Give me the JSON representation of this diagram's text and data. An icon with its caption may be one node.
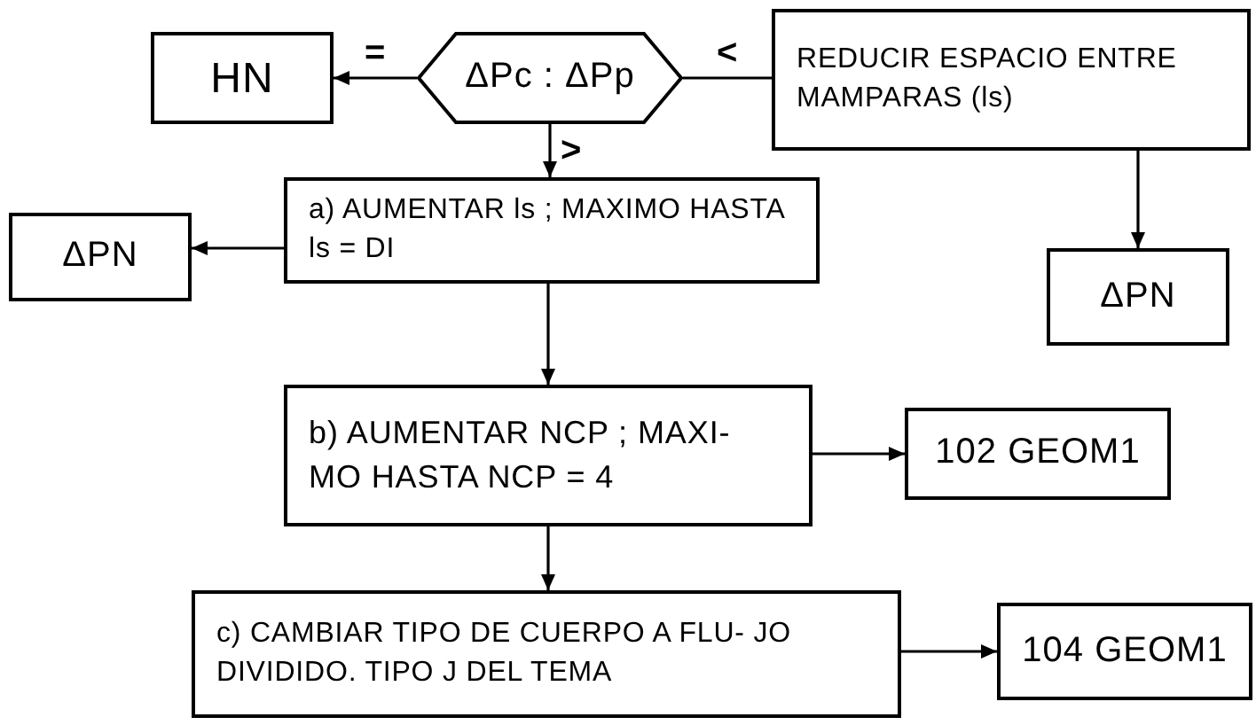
{
  "diagram": {
    "nodes": [
      {
        "text": [
          "HN"
        ]
      },
      {
        "text": [
          "ΔPc : ΔPp"
        ]
      },
      {
        "text": [
          "REDUCIR ESPACIO ENTRE MAMPARAS (ls)"
        ]
      },
      {
        "text": [
          "a) AUMENTAR ls ; MAXIMO HASTA ls = DI"
        ]
      },
      {
        "text": [
          "ΔPN"
        ]
      },
      {
        "text": [
          "ΔPN"
        ]
      },
      {
        "text": [
          "b) AUMENTAR NCP ; MAXI- MO HASTA NCP = 4"
        ]
      },
      {
        "text": [
          "102 GEOM1"
        ]
      },
      {
        "text": [
          "c) CAMBIAR TIPO DE CUERPO A FLU- JO DIVIDIDO. TIPO J DEL TEMA"
        ]
      },
      {
        "text": [
          "104 GEOM1"
        ]
      }
    ],
    "edges": [
      {
        "from": 1,
        "to": 0,
        "arrow": "to",
        "label": "="
      },
      {
        "from": 2,
        "to": 1,
        "arrow": "none",
        "label": "<"
      },
      {
        "from": 1,
        "to": 3,
        "arrow": "to",
        "label": ">"
      },
      {
        "from": 3,
        "to": 4,
        "arrow": "to"
      },
      {
        "from": 2,
        "to": 5,
        "arrow": "to"
      },
      {
        "from": 3,
        "to": 6,
        "arrow": "to"
      },
      {
        "from": 6,
        "to": 7,
        "arrow": "to"
      },
      {
        "from": 6,
        "to": 8,
        "arrow": "to"
      },
      {
        "from": 8,
        "to": 9,
        "arrow": "to"
      }
    ]
  }
}
